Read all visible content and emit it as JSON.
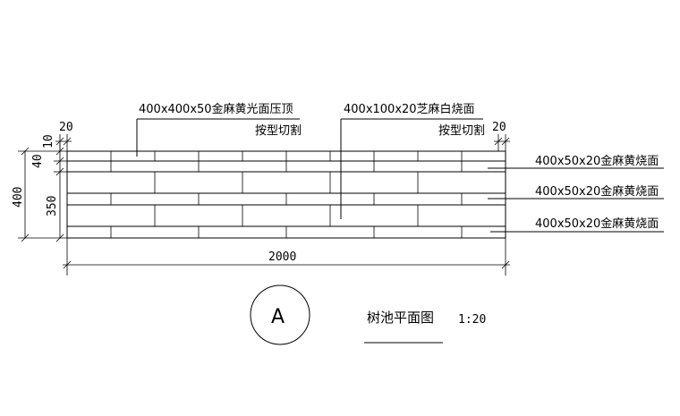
{
  "labels": {
    "top_left_line1": "400x400x50金麻黄光面压顶",
    "top_left_line2": "按型切割",
    "top_mid_line1": "400x100x20芝麻白烧面",
    "top_mid_line2": "按型切割",
    "right_1": "400x50x20金麻黄烧面",
    "right_2": "400x50x20金麻黄烧面",
    "right_3": "400x50x20金麻黄烧面"
  },
  "dimensions": {
    "left_small": "20",
    "right_small": "20",
    "d10": "10",
    "d40": "40",
    "d350": "350",
    "d400": "400",
    "bottom": "2000"
  },
  "title_block": {
    "mark": "A",
    "name": "树池平面图",
    "scale": "1:20"
  }
}
